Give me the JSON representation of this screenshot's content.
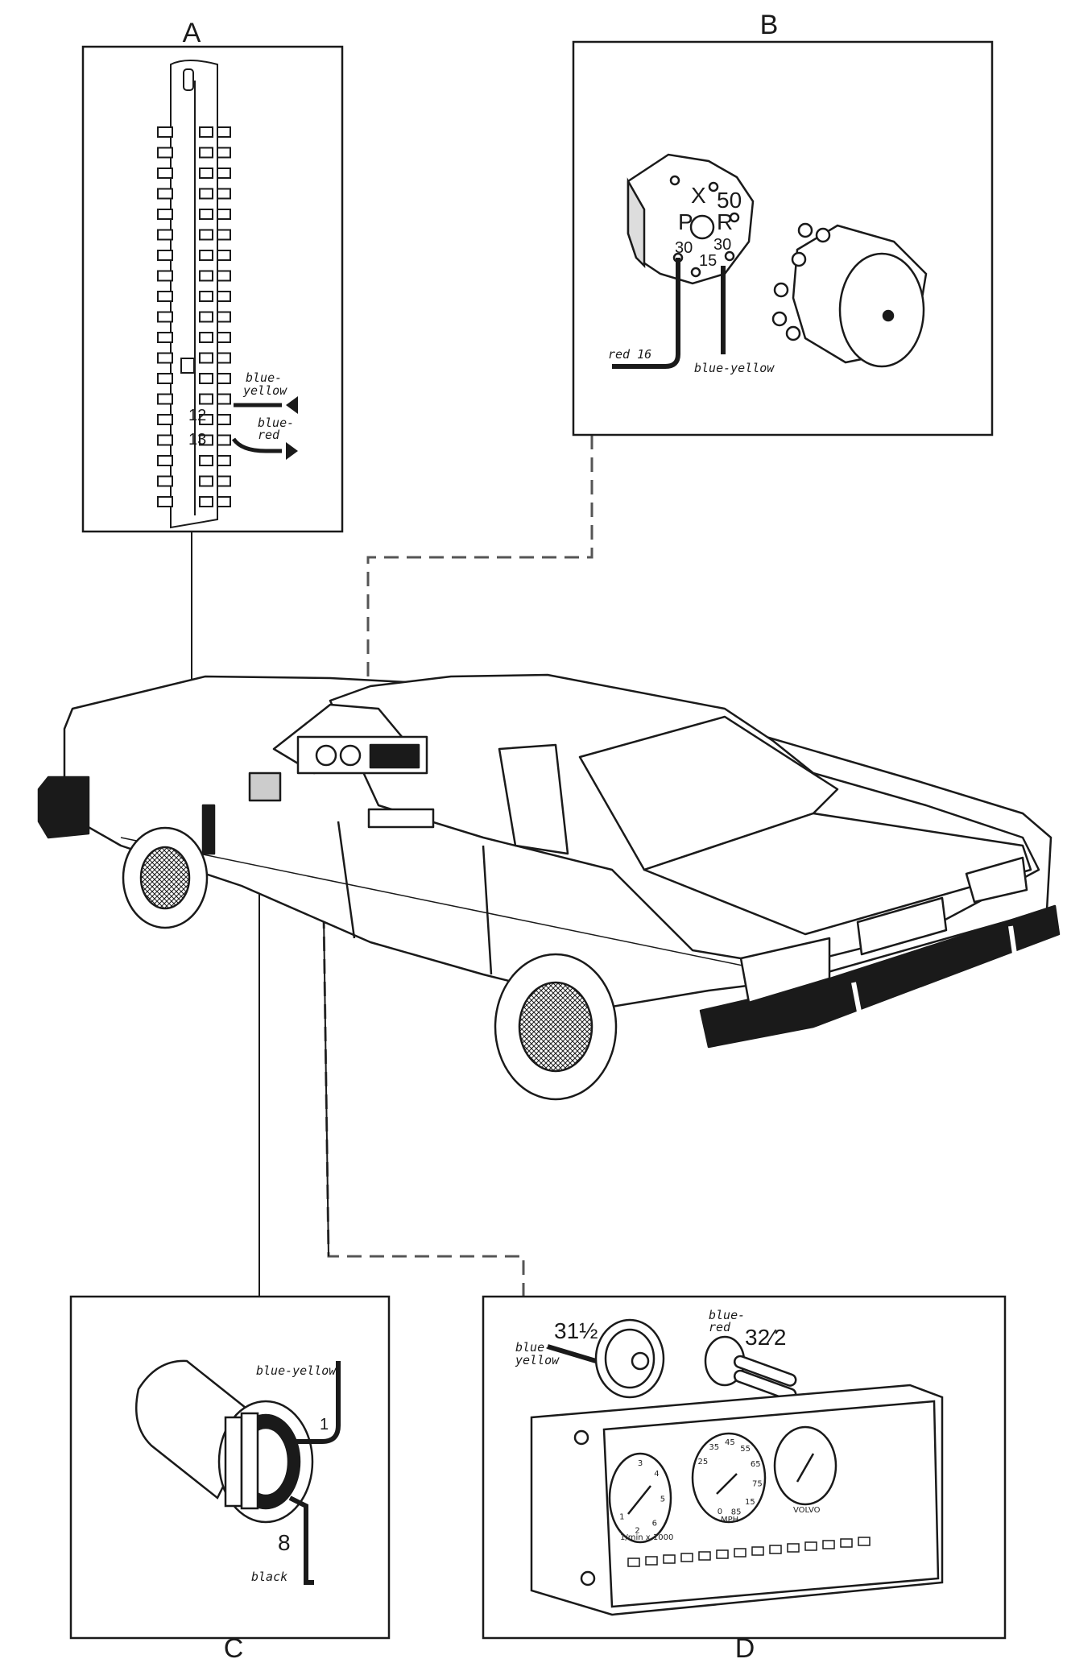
{
  "panels": {
    "a": {
      "letter": "A",
      "labels": {
        "blue_yellow": "blue-\nyellow",
        "blue_red": "blue-\nred"
      },
      "pins": [
        "12",
        "13"
      ]
    },
    "b": {
      "letter": "B",
      "terminals": [
        "X",
        "50",
        "P",
        "R",
        "30",
        "30",
        "15"
      ],
      "labels": {
        "red16": "red 16",
        "blue_yellow": "blue-yellow"
      }
    },
    "c": {
      "letter": "C",
      "labels": {
        "blue_yellow": "blue-yellow",
        "black": "black"
      },
      "pins": [
        "1",
        "8"
      ]
    },
    "d": {
      "letter": "D",
      "labels": {
        "blue_yellow": "blue-\nyellow",
        "blue_red": "blue-\nred"
      },
      "connectors": [
        "31½",
        "32⁄2"
      ],
      "gauge_text": {
        "mph": "MPH",
        "brand": "VOLVO",
        "rpm": "1/min x 1000"
      },
      "speedo_ticks": [
        "25",
        "35",
        "45",
        "55",
        "65",
        "75",
        "15",
        "85",
        "0"
      ],
      "tach_ticks": [
        "3",
        "4",
        "5",
        "6",
        "2",
        "1"
      ]
    }
  },
  "colors": {
    "ink": "#1a1a1a",
    "paper": "#ffffff",
    "leader_dashed": "#555555"
  }
}
